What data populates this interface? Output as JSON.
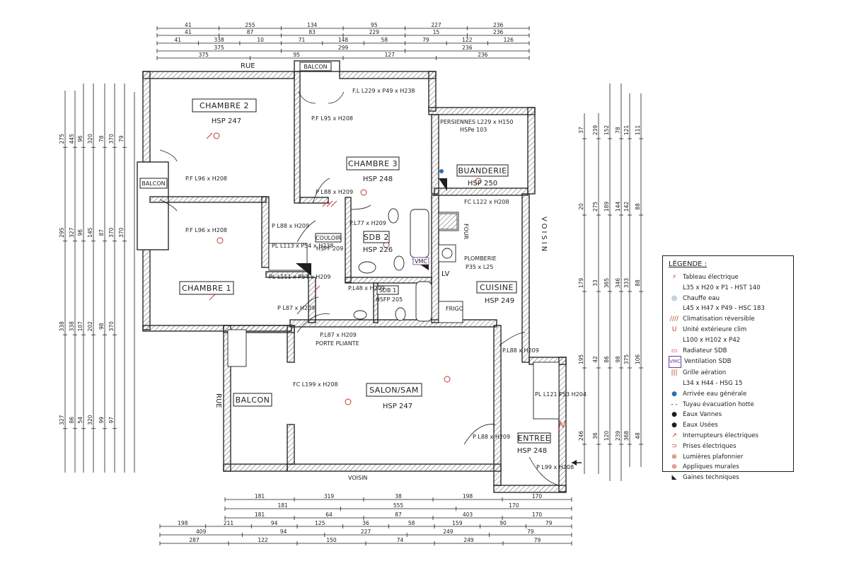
{
  "rooms": {
    "chambre2": {
      "name": "CHAMBRE 2",
      "hsp": "HSP 247"
    },
    "chambre3": {
      "name": "CHAMBRE 3",
      "hsp": "HSP 248"
    },
    "chambre1": {
      "name": "CHAMBRE 1"
    },
    "buanderie": {
      "name": "BUANDERIE",
      "hsp": "HSP 250"
    },
    "sdb2": {
      "name": "SDB 2",
      "hsp": "HSP 226"
    },
    "sdb1": {
      "name": "SDB 1",
      "hsp": "HSFP 205"
    },
    "couloir": {
      "name": "COULOIR",
      "hsp": "HSPF 209"
    },
    "cuisine": {
      "name": "CUISINE",
      "hsp": "HSP 249"
    },
    "salon": {
      "name": "SALON/SAM",
      "hsp": "HSP 247"
    },
    "entree": {
      "name": "ENTREE",
      "hsp": "HSP 248"
    },
    "balcon_top": {
      "name": "BALCON"
    },
    "balcon_left": {
      "name": "BALCON"
    },
    "balcon_bottom": {
      "name": "BALCON"
    }
  },
  "labels": {
    "rue_top": "RUE",
    "rue_left": "RUE",
    "voisin_right": "VOISIN",
    "voisin_bottom": "VOISIN",
    "four": "FOUR",
    "lv": "LV",
    "frigo": "FRIGO",
    "plomberie": "PLOMBERIE",
    "plomberie_dim": "P35 x L25",
    "porte_pliante": "PORTE PLIANTE",
    "vmc": "VMC"
  },
  "openings": {
    "fl_top": "F.L L229 x P49 x H238",
    "pf_chambre3": "P.F L95 x H208",
    "persiennes": "PERSIENNES L229 x H150",
    "hspe": "HSPe 103",
    "pf_ch2": "P.F L96 x H208",
    "pf_ch1": "P.F L96 x H208",
    "p_ch3": "P L88 x H209",
    "p_sdb2": "P.L77 x H209",
    "p_couloir": "P L88 x H209",
    "placard1": "PL L113 x P54 x H238",
    "placard2": "PL L111 x P54 x H209",
    "p_ch1": "P L87 x H209",
    "p_sdb1": "P.L48 x H209",
    "p_salon": "P.L87 x H209",
    "fc_cuisine": "FC L122 x H208",
    "fc_salon": "FC L199 x H208",
    "p_entree_a": "P.L88 x H209",
    "p_entree_b": "P L88 x H209",
    "pl_entree": "PL L121 P53 H204",
    "p_entry_door": "P L99 x H208"
  },
  "dims_top": {
    "row1": [
      "41",
      "255",
      "134",
      "95",
      "227",
      "236"
    ],
    "row2": [
      "41",
      "87",
      "83",
      "229",
      "15",
      "236"
    ],
    "row3": [
      "41",
      "338",
      "10",
      "71",
      "148",
      "58",
      "79",
      "122",
      "126"
    ],
    "row4": [
      "375",
      "299",
      "236"
    ],
    "row5": [
      "375",
      "95",
      "127",
      "236"
    ]
  },
  "dims_bottom": {
    "row1": [
      "181",
      "319",
      "38",
      "198",
      "170"
    ],
    "row2": [
      "181",
      "555",
      "170"
    ],
    "row3": [
      "181",
      "64",
      "87",
      "403",
      "170"
    ],
    "row4": [
      "198",
      "211",
      "94",
      "125",
      "36",
      "58",
      "159",
      "90",
      "79"
    ],
    "row5": [
      "409",
      "94",
      "227",
      "249",
      "79"
    ],
    "row6": [
      "287",
      "122",
      "150",
      "74",
      "249",
      "79"
    ]
  },
  "dims_left": [
    "275",
    "295",
    "338",
    "327",
    "445",
    "327",
    "338",
    "86",
    "96",
    "96",
    "107",
    "54",
    "320",
    "145",
    "202",
    "320",
    "78",
    "87",
    "98",
    "99",
    "370",
    "370",
    "370",
    "97",
    "79",
    "370"
  ],
  "dims_right": [
    "37",
    "20",
    "179",
    "195",
    "246",
    "239",
    "275",
    "33",
    "42",
    "36",
    "152",
    "189",
    "365",
    "86",
    "120",
    "78",
    "144",
    "346",
    "98",
    "239",
    "121",
    "142",
    "333",
    "375",
    "368",
    "111",
    "88",
    "88",
    "106",
    "48"
  ],
  "legend": {
    "title": "LÉGENDE :",
    "items": [
      {
        "icon": "tableau-electrique-icon",
        "symbol": "⚡",
        "text": "Tableau électrique"
      },
      {
        "icon": "none",
        "symbol": "",
        "text": "L35 x H20 x P1 - HST 140"
      },
      {
        "icon": "chauffe-eau-icon",
        "symbol": "◎",
        "text": "Chauffe eau"
      },
      {
        "icon": "none",
        "symbol": "",
        "text": "L45 x H47 x P49 - HSC 183"
      },
      {
        "icon": "climatisation-icon",
        "symbol": "////",
        "text": "Climatisation réversible"
      },
      {
        "icon": "unite-exterieure-icon",
        "symbol": "U",
        "text": "Unité extérieure clim"
      },
      {
        "icon": "none",
        "symbol": "",
        "text": "L100 x H102 x P42"
      },
      {
        "icon": "radiateur-icon",
        "symbol": "▭",
        "text": "Radiateur SDB"
      },
      {
        "icon": "vmc-icon",
        "symbol": "VMC",
        "text": "Ventilation SDB"
      },
      {
        "icon": "grille-aeration-icon",
        "symbol": "|||",
        "text": "Grille aération"
      },
      {
        "icon": "none",
        "symbol": "",
        "text": "L34 x H44 - HSG 15"
      },
      {
        "icon": "arrivee-eau-icon",
        "symbol": "●",
        "text": "Arrivée eau générale"
      },
      {
        "icon": "tuyau-evacuation-icon",
        "symbol": "- -",
        "text": "Tuyau évacuation hotte"
      },
      {
        "icon": "eaux-vannes-icon",
        "symbol": "●",
        "text": "Eaux Vannes"
      },
      {
        "icon": "eaux-usees-icon",
        "symbol": "●",
        "text": "Eaux Usées"
      },
      {
        "icon": "interrupteur-icon",
        "symbol": "↗",
        "text": "Interrupteurs électriques"
      },
      {
        "icon": "prise-icon",
        "symbol": "⊃",
        "text": "Prises électriques"
      },
      {
        "icon": "lumiere-plafonnier-icon",
        "symbol": "⊗",
        "text": "Lumières plafonnier"
      },
      {
        "icon": "applique-icon",
        "symbol": "⊗",
        "text": "Appliques murales"
      },
      {
        "icon": "gaine-technique-icon",
        "symbol": "◣",
        "text": "Gaines techniques"
      }
    ],
    "colors": {
      "red": "#c0392b",
      "blue": "#2a6fb0",
      "black": "#1e1e1e",
      "purple": "#6a3fa0",
      "yellow": "#e8c830"
    }
  }
}
